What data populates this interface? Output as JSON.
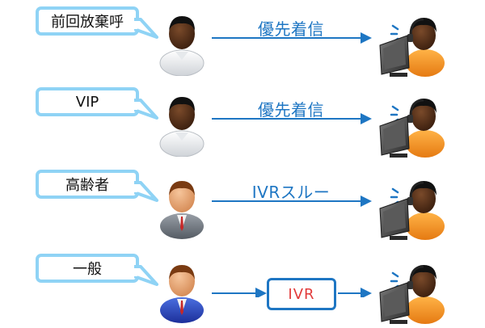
{
  "rows": [
    {
      "caller_type": "前回放棄呼",
      "route_label": "優先着信",
      "caller_icon": "caller-white-shirt-icon",
      "operator_icon": "operator-headset-icon"
    },
    {
      "caller_type": "VIP",
      "route_label": "優先着信",
      "caller_icon": "caller-white-shirt-icon",
      "operator_icon": "operator-headset-icon"
    },
    {
      "caller_type": "高齢者",
      "route_label": "IVRスルー",
      "caller_icon": "caller-elderly-suit-icon",
      "operator_icon": "operator-headset-icon"
    },
    {
      "caller_type": "一般",
      "ivr_label": "IVR",
      "caller_icon": "caller-blue-suit-icon",
      "operator_icon": "operator-headset-icon"
    }
  ],
  "colors": {
    "bubble_border": "#8fd3f5",
    "arrow": "#1e76c3",
    "route_text": "#1e76c3",
    "ivr_border": "#1e76c3",
    "ivr_text": "#e23b3b"
  }
}
